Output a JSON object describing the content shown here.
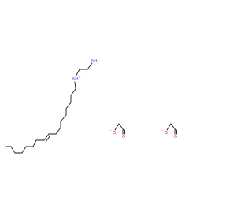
{
  "molecule": {
    "labels": {
      "amine_nh2": "NH",
      "amine_nh2_subscript": "2",
      "amine_nh": "NH",
      "amine_nh_charge": "+",
      "acetate_1_anion_o": "O",
      "acetate_1_charge": "−",
      "acetate_1_carbonyl_o": "O",
      "acetate_2_anion_o": "O",
      "acetate_2_charge": "−",
      "acetate_2_carbonyl_o": "O"
    },
    "colors": {
      "bond": "#1a1a1a",
      "nitrogen": "#3050f8",
      "oxygen": "#ff0d0d",
      "background": "#ffffff"
    }
  }
}
